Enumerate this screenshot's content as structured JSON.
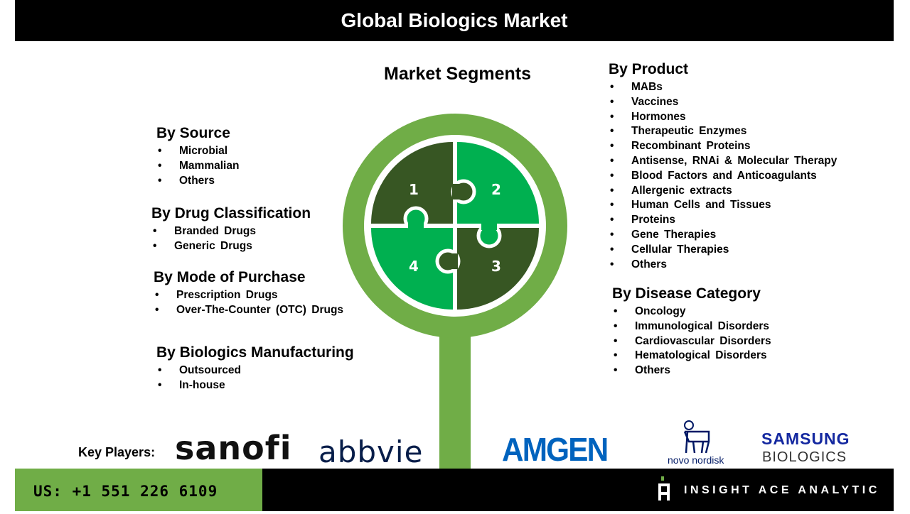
{
  "title": "Global Biologics Market",
  "market_segments_title": "Market Segments",
  "puzzle_numbers": [
    "1",
    "2",
    "3",
    "4"
  ],
  "segments": {
    "source": {
      "heading": "By Source",
      "items": [
        "Microbial",
        "Mammalian",
        "Others"
      ]
    },
    "drug_classification": {
      "heading": "By Drug Classification",
      "items": [
        "Branded Drugs",
        "Generic Drugs"
      ]
    },
    "mode_of_purchase": {
      "heading": "By Mode of Purchase",
      "items": [
        "Prescription Drugs",
        "Over-The-Counter (OTC) Drugs"
      ]
    },
    "manufacturing": {
      "heading": "By Biologics Manufacturing",
      "items": [
        "Outsourced",
        "In-house"
      ]
    },
    "product": {
      "heading": "By Product",
      "items": [
        "MABs",
        "Vaccines",
        "Hormones",
        "Therapeutic Enzymes",
        "Recombinant Proteins",
        "Antisense, RNAi & Molecular Therapy",
        "Blood Factors and Anticoagulants",
        "Allergenic extracts",
        "Human Cells and Tissues",
        "Proteins",
        "Gene Therapies",
        "Cellular Therapies",
        "Others"
      ]
    },
    "disease": {
      "heading": "By Disease Category",
      "items": [
        "Oncology",
        "Immunological Disorders",
        "Cardiovascular Disorders",
        "Hematological Disorders",
        "Others"
      ]
    }
  },
  "key_players": {
    "label": "Key Players:",
    "logos": {
      "sanofi": "sanofi",
      "abbvie": "abbvie",
      "amgen": "AMGEN",
      "novo": "novo nordisk",
      "samsung_1": "SAMSUNG",
      "samsung_2": "BIOLOGICS"
    }
  },
  "footer": {
    "phone": "US: +1 551 226 6109",
    "brand": "INSIGHT ACE ANALYTIC"
  },
  "colors": {
    "ring": "#70ad47",
    "dark": "#375623",
    "bright": "#00b050"
  }
}
